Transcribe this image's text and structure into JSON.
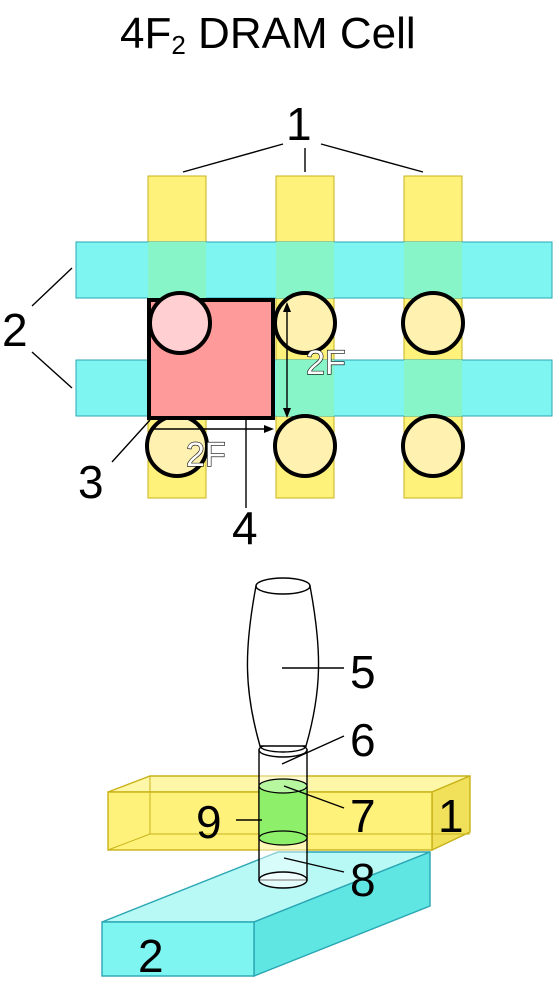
{
  "title": {
    "main": "4F",
    "subscript": "2",
    "rest": " DRAM Cell"
  },
  "top_view": {
    "labels": {
      "bitlines": "1",
      "wordlines": "2",
      "cell_corner": "3",
      "cell_pitch": "4"
    },
    "dimension_vertical": "2F",
    "dimension_horizontal": "2F"
  },
  "side_view": {
    "labels": {
      "capacitor": "5",
      "contact_top": "6",
      "channel_top": "7",
      "contact_bottom": "8",
      "channel": "9",
      "bitline": "1",
      "wordline": "2"
    }
  },
  "colors": {
    "bitline_yellow": "#fff27a",
    "wordline_cyan": "#7ff5f2",
    "overlap_green": "#88f5c8",
    "cell_red": "#ff9a9a",
    "channel_green": "#8ef06a"
  }
}
